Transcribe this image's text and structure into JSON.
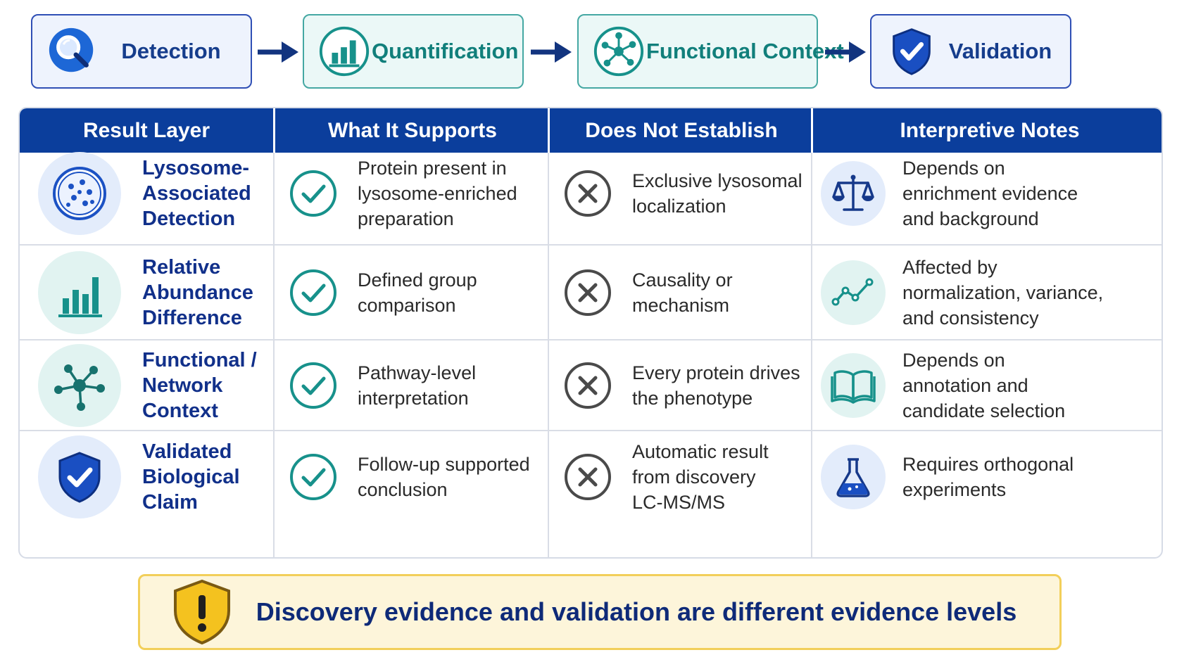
{
  "flow": {
    "steps": [
      {
        "label": "Detection",
        "icon": "magnifier-icon",
        "theme": "blue"
      },
      {
        "label": "Quantification",
        "icon": "bar-chart-icon",
        "theme": "teal"
      },
      {
        "label": "Functional Context",
        "icon": "network-icon",
        "theme": "teal"
      },
      {
        "label": "Validation",
        "icon": "shield-check-icon",
        "theme": "blue"
      }
    ]
  },
  "table": {
    "headers": [
      "Result Layer",
      "What It Supports",
      "Does Not Establish",
      "Interpretive Notes"
    ],
    "rows": [
      {
        "layer": "Lysosome-\nAssociated\nDetection",
        "layer_icon": "lysosome-icon",
        "supports": "Protein present in\nlysosome-enriched\npreparation",
        "not_establish": "Exclusive lysosomal\nlocalization",
        "note": "Depends on\nenrichment evidence\nand background",
        "note_icon": "balance-scale-icon"
      },
      {
        "layer": "Relative\nAbundance\nDifference",
        "layer_icon": "bar-chart-icon",
        "supports": "Defined group\ncomparison",
        "not_establish": "Causality or\nmechanism",
        "note": "Affected by\nnormalization, variance,\nand consistency",
        "note_icon": "line-trend-icon"
      },
      {
        "layer": "Functional /\nNetwork\nContext",
        "layer_icon": "network-icon",
        "supports": "Pathway-level\ninterpretation",
        "not_establish": "Every protein drives\nthe phenotype",
        "note": "Depends on\nannotation and\ncandidate selection",
        "note_icon": "open-book-icon"
      },
      {
        "layer": "Validated\nBiological\nClaim",
        "layer_icon": "shield-check-icon",
        "supports": "Follow-up supported\nconclusion",
        "not_establish": "Automatic result\nfrom discovery\nLC-MS/MS",
        "note": "Requires orthogonal\nexperiments",
        "note_icon": "flask-icon"
      }
    ]
  },
  "banner": {
    "text": "Discovery evidence and validation are different evidence levels",
    "icon": "warning-shield-icon"
  },
  "colors": {
    "navy": "#0b3e9c",
    "teal": "#17918b",
    "gray_x": "#4a4a4a",
    "banner_bg": "#fdf5da",
    "banner_border": "#f2cf5a"
  }
}
